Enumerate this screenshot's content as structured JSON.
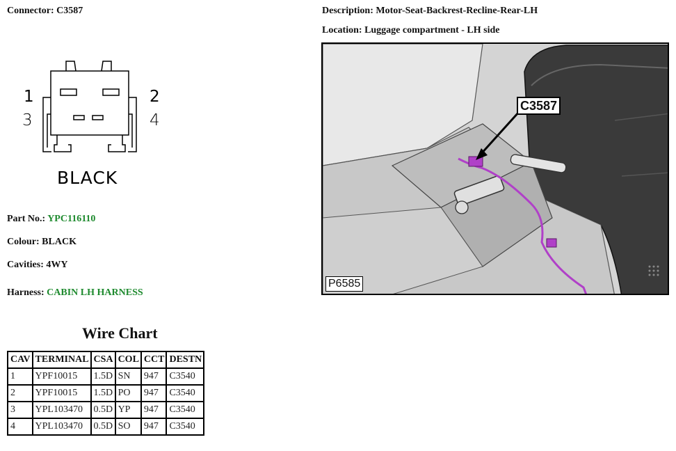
{
  "connector": {
    "label": "Connector:",
    "value": "C3587"
  },
  "description": {
    "label": "Description:",
    "value": "Motor-Seat-Backrest-Recline-Rear-LH"
  },
  "location": {
    "label": "Location:",
    "value": "Luggage compartment - LH side"
  },
  "diagram": {
    "pins": [
      "1",
      "2",
      "3",
      "4"
    ],
    "colour_text": "BLACK"
  },
  "part_no": {
    "label": "Part No.:",
    "value": "YPC116110"
  },
  "colour": {
    "label": "Colour:",
    "value": "BLACK"
  },
  "cavities": {
    "label": "Cavities:",
    "value": "4WY"
  },
  "harness": {
    "label": "Harness:",
    "value": "CABIN LH HARNESS"
  },
  "wire_chart": {
    "title": "Wire Chart",
    "headers": [
      "CAV",
      "TERMINAL",
      "CSA",
      "COL",
      "CCT",
      "DESTN"
    ],
    "rows": [
      [
        "1",
        "YPF10015",
        "1.5D",
        "SN",
        "947",
        "C3540"
      ],
      [
        "2",
        "YPF10015",
        "1.5D",
        "PO",
        "947",
        "C3540"
      ],
      [
        "3",
        "YPL103470",
        "0.5D",
        "YP",
        "947",
        "C3540"
      ],
      [
        "4",
        "YPL103470",
        "0.5D",
        "SO",
        "947",
        "C3540"
      ]
    ]
  },
  "photo": {
    "callout": "C3587",
    "code": "P6585"
  },
  "colors": {
    "link_green": "#1e8a2e",
    "wire_purple": "#b040c8"
  }
}
